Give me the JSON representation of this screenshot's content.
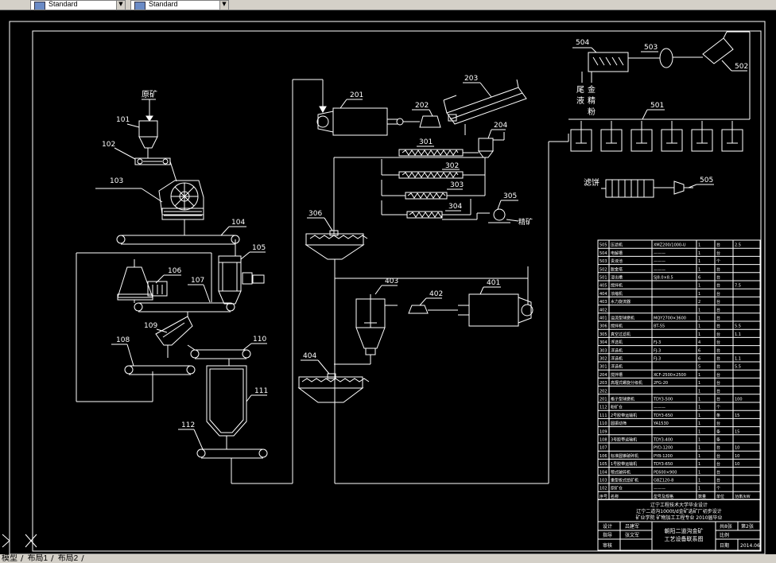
{
  "toolbar": {
    "textstyle_value": "Standard",
    "dimstyle_value": "Standard"
  },
  "layout_tabs": [
    "模型",
    "布局1",
    "布局2"
  ],
  "drawing": {
    "units": {
      "u101": "101",
      "u102": "102",
      "u103": "103",
      "u104": "104",
      "u105": "105",
      "u106": "106",
      "u107": "107",
      "u108": "108",
      "u109": "109",
      "u110": "110",
      "u111": "111",
      "u112": "112",
      "u201": "201",
      "u202": "202",
      "u203": "203",
      "u204": "204",
      "u301": "301",
      "u302": "302",
      "u303": "303",
      "u304": "304",
      "u305": "305",
      "u306": "306",
      "u401": "401",
      "u402": "402",
      "u403": "403",
      "u404": "404",
      "u501": "501",
      "u502": "502",
      "u503": "503",
      "u504": "504",
      "u505": "505"
    },
    "labels": {
      "raw_ore": "原矿",
      "tailings_a": "尾",
      "tailings_b": "液",
      "gold_a": "金",
      "gold_b": "精",
      "gold_c": "粉",
      "filter_cake": "滤饼",
      "concentrate": "精矿"
    }
  },
  "table": {
    "rows": [
      [
        "505",
        "压滤机",
        "XMZ200/1000-U",
        "1",
        "台",
        "2.5"
      ],
      [
        "504",
        "电解槽",
        "———",
        "1",
        "台",
        ""
      ],
      [
        "503",
        "贵液池",
        "———",
        "1",
        "个",
        ""
      ],
      [
        "502",
        "脱金塔",
        "———",
        "1",
        "台",
        ""
      ],
      [
        "501",
        "浸出槽",
        "SJ8.0×8.5",
        "6",
        "台",
        ""
      ],
      [
        "405",
        "搅拌机",
        "",
        "1",
        "台",
        "7.5"
      ],
      [
        "404",
        "浓缩机",
        "",
        "1",
        "台",
        ""
      ],
      [
        "403",
        "水力旋流器",
        "",
        "2",
        "台",
        ""
      ],
      [
        "402",
        "",
        "",
        "1",
        "台",
        ""
      ],
      [
        "401",
        "溢流型球磨机",
        "MQY2700×3600",
        "1",
        "台",
        ""
      ],
      [
        "306",
        "搅拌机",
        "BT-55",
        "1",
        "台",
        "5.5"
      ],
      [
        "305",
        "真空过滤机",
        "",
        "1",
        "台",
        "1.1"
      ],
      [
        "304",
        "浮选机",
        "FJ-3",
        "4",
        "台",
        ""
      ],
      [
        "303",
        "浮选机",
        "FJ-3",
        "6",
        "台",
        ""
      ],
      [
        "302",
        "浮选机",
        "FJ-3",
        "6",
        "台",
        "1.1"
      ],
      [
        "301",
        "浮选机",
        "",
        "5",
        "台",
        "5.5"
      ],
      [
        "204",
        "搅拌槽",
        "XCF-2500×2500",
        "1",
        "台",
        ""
      ],
      [
        "203",
        "高堰式螺旋分级机",
        "2FG-20",
        "1",
        "台",
        ""
      ],
      [
        "202",
        "",
        "",
        "1",
        "台",
        ""
      ],
      [
        "201",
        "格子型球磨机",
        "TDY3-500",
        "1",
        "台",
        "100"
      ],
      [
        "112",
        "粉矿仓",
        "———",
        "1",
        "个",
        ""
      ],
      [
        "111",
        "2号胶带运输机",
        "TDY3-650",
        "1",
        "条",
        "15"
      ],
      [
        "110",
        "圆振动筛",
        "YA1530",
        "1",
        "台",
        ""
      ],
      [
        "109",
        "",
        "",
        "1",
        "条",
        "15"
      ],
      [
        "108",
        "3号胶带运输机",
        "TDY3-400",
        "1",
        "条",
        ""
      ],
      [
        "107",
        "",
        "PYD-1200",
        "1",
        "台",
        "10"
      ],
      [
        "106",
        "标准圆锥破碎机",
        "PYB-1200",
        "1",
        "台",
        "10"
      ],
      [
        "105",
        "1号胶带运输机",
        "TDY3-650",
        "1",
        "台",
        "10"
      ],
      [
        "104",
        "颚式破碎机",
        "PE600×900",
        "1",
        "台",
        ""
      ],
      [
        "103",
        "重型板式给矿机",
        "GBZ120-8",
        "1",
        "台",
        ""
      ],
      [
        "102",
        "原矿仓",
        "———",
        "1",
        "个",
        ""
      ]
    ],
    "header": [
      "序号",
      "名称",
      "型号及规格",
      "数量",
      "单位",
      "功率/kW"
    ]
  },
  "title_block": {
    "school": "辽宁工程技术大学毕业设计",
    "project": "辽宁二道沟1000t/d金矿选矿厂初步设计",
    "dept": "矿业学院  矿物加工工程专业  2010届毕业",
    "designer_label": "设计",
    "designer": "吕建军",
    "advisor_label": "指导",
    "advisor": "张文军",
    "review_label": "审核",
    "drawing_title_1": "朝阳二道沟金矿",
    "drawing_title_2": "工艺设备联系图",
    "sheet_label": "共8张",
    "sheet_no": "第2张",
    "scale_label": "比例",
    "date_label": "日期",
    "date": "2014.06"
  },
  "colors": {
    "bg": "#000000",
    "line": "#ffffff",
    "chrome": "#d4d0c8"
  }
}
